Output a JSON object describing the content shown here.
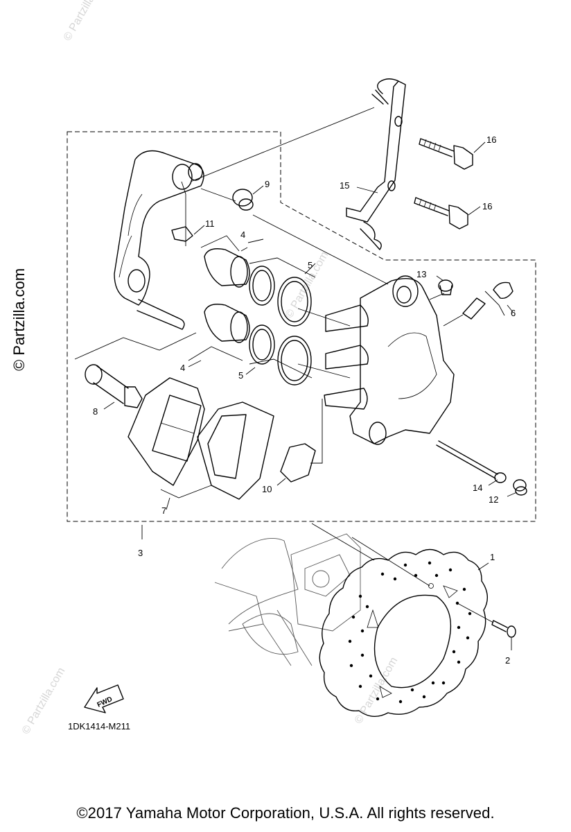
{
  "diagram": {
    "callouts": {
      "c1": "1",
      "c2": "2",
      "c3": "3",
      "c4a": "4",
      "c4b": "4",
      "c5a": "5",
      "c5b": "5",
      "c6": "6",
      "c7": "7",
      "c8": "8",
      "c9": "9",
      "c10": "10",
      "c11": "11",
      "c12": "12",
      "c13": "13",
      "c14": "14",
      "c15": "15",
      "c16a": "16",
      "c16b": "16"
    },
    "figure_code": "1DK1414-M211",
    "fwd_label": "FWD"
  },
  "watermark": {
    "side_text": "© Partzilla.com",
    "faint_text": "© Partzilla.com"
  },
  "footer": {
    "copyright": "©2017 Yamaha Motor Corporation, U.S.A. All rights reserved."
  }
}
